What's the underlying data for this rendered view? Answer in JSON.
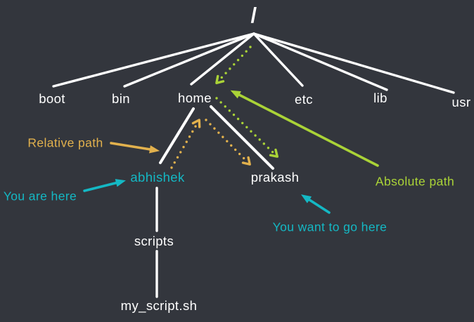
{
  "diagram": {
    "description": "Linux filesystem tree showing relative path vs absolute path navigation"
  },
  "tree": {
    "root": "/",
    "level1": [
      {
        "name": "boot"
      },
      {
        "name": "bin"
      },
      {
        "name": "home"
      },
      {
        "name": "etc"
      },
      {
        "name": "lib"
      },
      {
        "name": "usr"
      }
    ],
    "home_children": [
      {
        "name": "abhishek"
      },
      {
        "name": "prakash"
      }
    ],
    "abhishek_children": [
      {
        "name": "scripts"
      }
    ],
    "scripts_children": [
      {
        "name": "my_script.sh"
      }
    ]
  },
  "annotations": {
    "relative_path": {
      "label": "Relative path",
      "color": "#e2b14d"
    },
    "you_are_here": {
      "label": "You are here",
      "color": "#14b8c4"
    },
    "absolute_path": {
      "label": "Absolute path",
      "color": "#aad337"
    },
    "you_want_to_go_here": {
      "label": "You want to go here",
      "color": "#14b8c4"
    }
  },
  "colors": {
    "background": "#33363d",
    "line": "#ffffff",
    "node_text": "#ffffff",
    "teal": "#14b8c4",
    "gold": "#e2b14d",
    "lime": "#aad337"
  }
}
